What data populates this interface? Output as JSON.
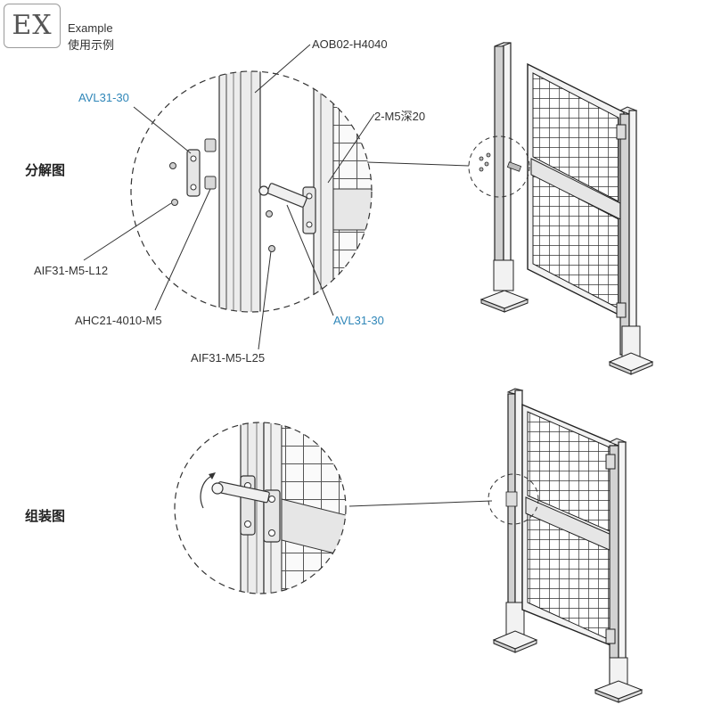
{
  "badge": {
    "text": "EX"
  },
  "example": {
    "label_en": "Example",
    "label_cn": "使用示例"
  },
  "sections": {
    "exploded": "分解图",
    "assembled": "组装图"
  },
  "parts": {
    "aob02": "AOB02-H4040",
    "avl31_top": "AVL31-30",
    "m5_depth": "2-M5深20",
    "aif31_l12": "AIF31-M5-L12",
    "ahc21": "AHC21-4010-M5",
    "avl31_bottom": "AVL31-30",
    "aif31_l25": "AIF31-M5-L25"
  },
  "colors": {
    "part_blue": "#2f86b8",
    "line_dark": "#333333",
    "frame_fill": "#f3f3f3"
  }
}
